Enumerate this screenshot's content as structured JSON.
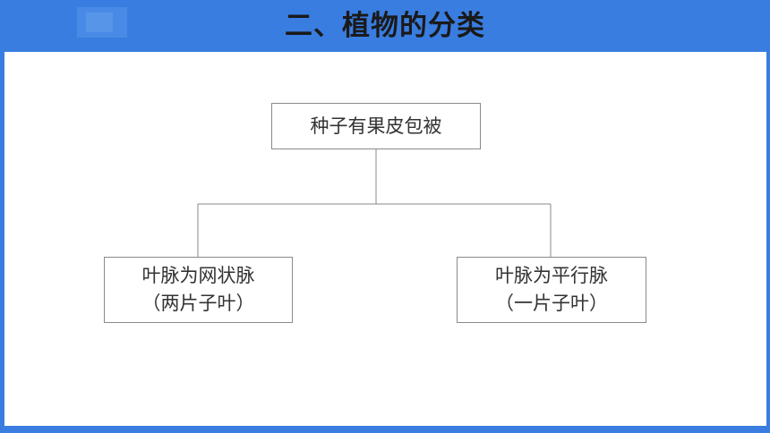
{
  "header": {
    "title": "二、植物的分类"
  },
  "diagram": {
    "root": {
      "label": "种子有果皮包被"
    },
    "children": [
      {
        "line1": "叶脉为网状脉",
        "line2": "（两片子叶）"
      },
      {
        "line1": "叶脉为平行脉",
        "line2": "（一片子叶）"
      }
    ]
  },
  "colors": {
    "frame": "#3a7de0",
    "canvas": "#ffffff",
    "box_border": "#8a8a8a",
    "text": "#333333"
  }
}
